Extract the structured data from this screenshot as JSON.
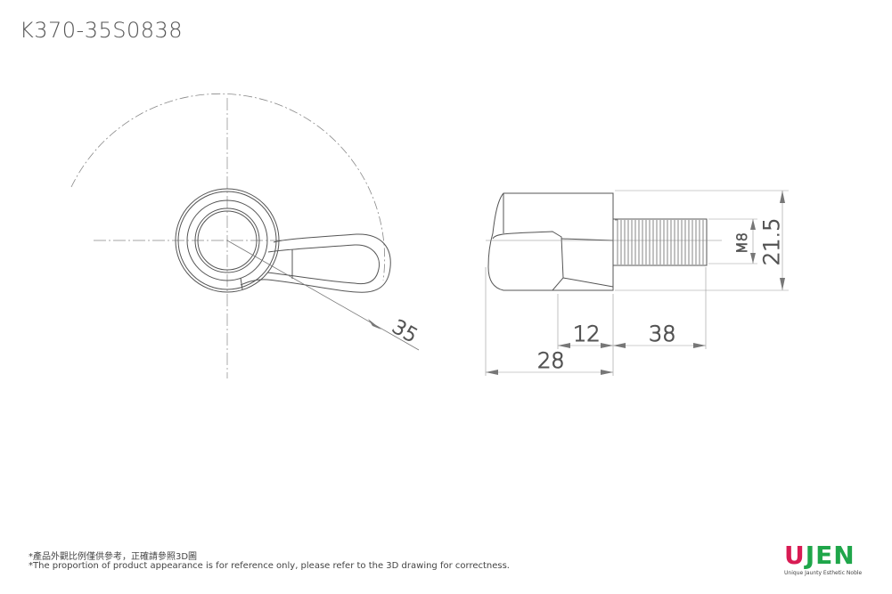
{
  "header": {
    "title": "K370-35S0838"
  },
  "footer": {
    "note_zh": "*產品外觀比例僅供參考，正確請參照3D圖",
    "note_en": "*The proportion of product appearance is for reference only, please refer to the 3D drawing for correctness."
  },
  "logo": {
    "u": "U",
    "rest": "JEN",
    "tagline": "Unique Jaunty Esthetic Noble",
    "colors": {
      "u": "#d81b53",
      "rest": "#1fa64a"
    }
  },
  "drawing": {
    "front_view": {
      "radius_label": "35"
    },
    "side_view": {
      "thread_label": "M8",
      "height_label": "21.5",
      "dim_12": "12",
      "dim_38": "38",
      "dim_28": "28"
    }
  }
}
